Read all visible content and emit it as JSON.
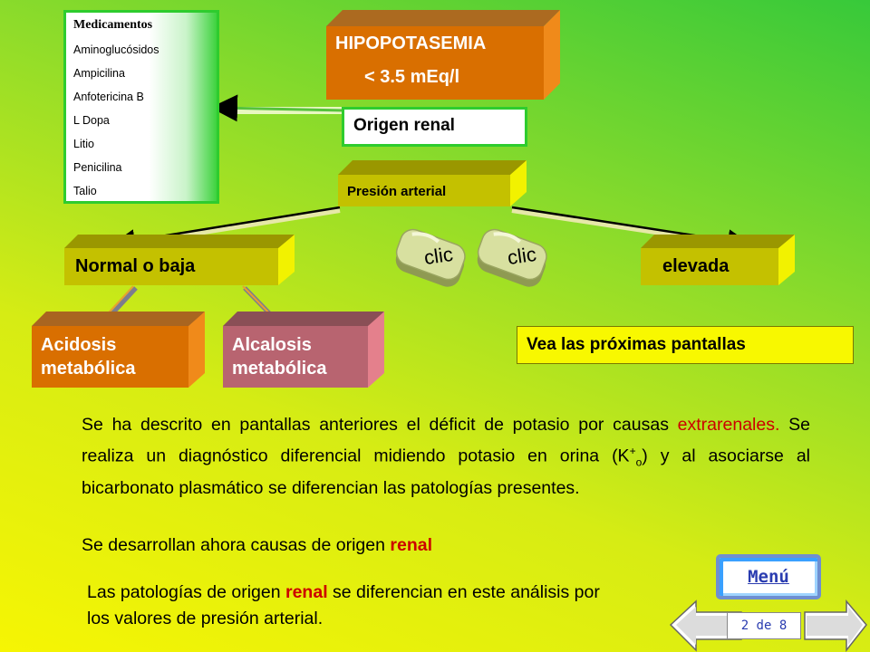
{
  "header": {
    "title": "HIPOPOTASEMIA",
    "threshold": "< 3.5 mEq/l"
  },
  "origin_box": {
    "label": "Origen renal"
  },
  "pressure_box": {
    "label": "Presión arterial"
  },
  "branches": {
    "left_label": "Normal o baja",
    "right_label": "elevada",
    "acidosis_label": "Acidosis metabólica",
    "alcalosis_label": "Alcalosis metabólica"
  },
  "medications": {
    "title": "Medicamentos",
    "items": [
      "Aminoglucósidos",
      "Ampicilina",
      "Anfotericina B",
      "L Dopa",
      "Litio",
      "Penicilina",
      "Talio"
    ]
  },
  "clic_buttons": [
    "clic",
    "clic"
  ],
  "see_next": "Vea las próximas pantallas",
  "paragraph1": {
    "part1": "Se ha descrito en pantallas anteriores el déficit de potasio por causas ",
    "highlight": "extrarenales.",
    "part2": " Se realiza un diagnóstico diferencial midiendo potasio en orina (K",
    "superscript": "+",
    "subscript": "o",
    "part3": ") y al asociarse al bicarbonato plasmático se diferencian las patologías presentes."
  },
  "paragraph2": {
    "text": "Se desarrollan ahora causas de origen ",
    "highlight": "renal"
  },
  "paragraph3": {
    "part1": "Las patologías de origen ",
    "highlight": "renal",
    "part2": " se diferencian  en este análisis por los valores de presión arterial."
  },
  "nav": {
    "menu_label": "Menú",
    "page_indicator": "2 de 8"
  },
  "colors": {
    "orange_box": "#d96f00",
    "olive_box": "#c4c100",
    "rose_box": "#b86470",
    "red_text": "#cc0000"
  }
}
